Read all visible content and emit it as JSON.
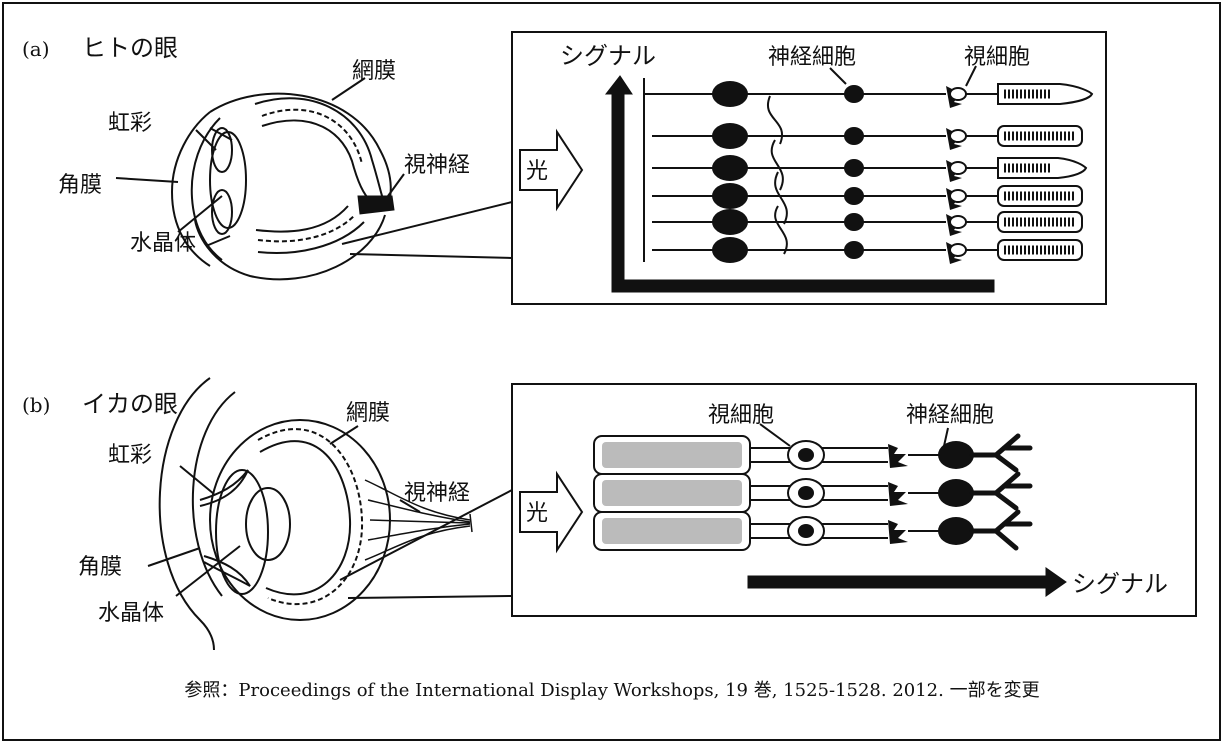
{
  "panel_a": {
    "label": "(a)",
    "title": "ヒトの眼",
    "eye": {
      "iris": "虹彩",
      "cornea": "角膜",
      "lens": "水晶体",
      "retina": "網膜",
      "optic_nerve": "視神経"
    },
    "detail": {
      "signal": "シグナル",
      "neuron": "神経細胞",
      "photoreceptor": "視細胞",
      "light": "光"
    }
  },
  "panel_b": {
    "label": "(b)",
    "title": "イカの眼",
    "eye": {
      "iris": "虹彩",
      "cornea": "角膜",
      "lens": "水晶体",
      "retina": "網膜",
      "optic_nerve": "視神経"
    },
    "detail": {
      "photoreceptor": "視細胞",
      "neuron": "神経細胞",
      "light": "光",
      "signal": "シグナル"
    }
  },
  "caption": "参照：Proceedings of the International Display Workshops, 19 巻, 1525-1528. 2012. 一部を変更"
}
